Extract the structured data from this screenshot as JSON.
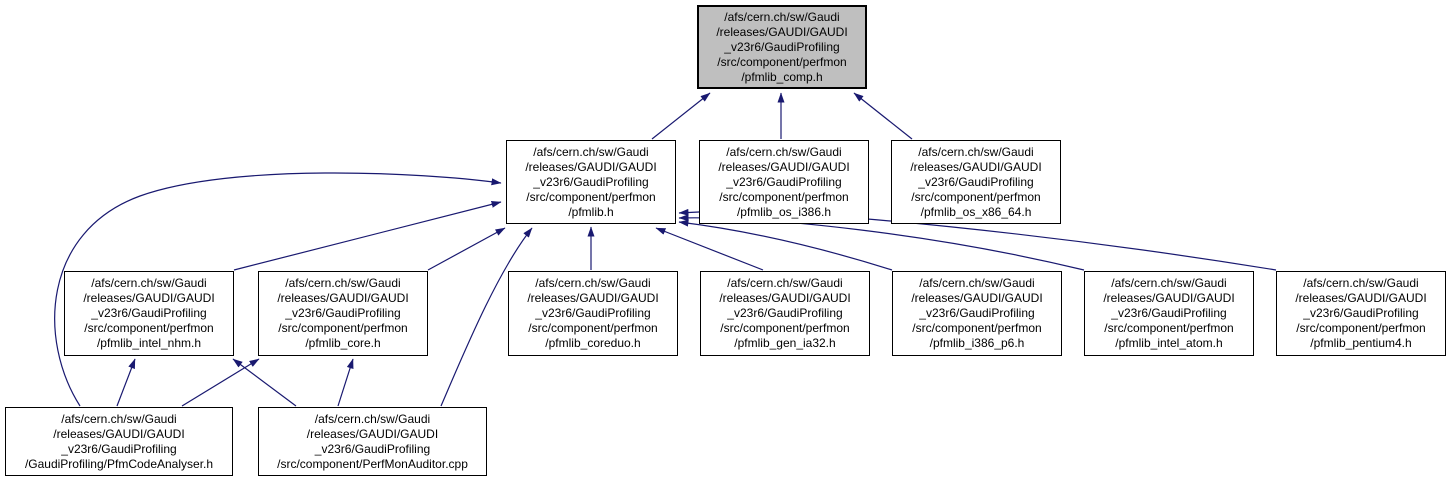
{
  "diagram": {
    "type": "include-dependency-graph",
    "colors": {
      "edge": "#191970",
      "node_fill": "#ffffff",
      "node_border": "#000000",
      "highlighted_node_fill": "#bfbfbf",
      "text": "#000000"
    },
    "nodes": {
      "pfmlib_comp": {
        "label": "/afs/cern.ch/sw/Gaudi\n/releases/GAUDI/GAUDI\n_v23r6/GaudiProfiling\n/src/component/perfmon\n/pfmlib_comp.h",
        "highlighted": true
      },
      "pfmlib": {
        "label": "/afs/cern.ch/sw/Gaudi\n/releases/GAUDI/GAUDI\n_v23r6/GaudiProfiling\n/src/component/perfmon\n/pfmlib.h",
        "highlighted": false
      },
      "pfmlib_os_i386": {
        "label": "/afs/cern.ch/sw/Gaudi\n/releases/GAUDI/GAUDI\n_v23r6/GaudiProfiling\n/src/component/perfmon\n/pfmlib_os_i386.h",
        "highlighted": false
      },
      "pfmlib_os_x86_64": {
        "label": "/afs/cern.ch/sw/Gaudi\n/releases/GAUDI/GAUDI\n_v23r6/GaudiProfiling\n/src/component/perfmon\n/pfmlib_os_x86_64.h",
        "highlighted": false
      },
      "pfmlib_intel_nhm": {
        "label": "/afs/cern.ch/sw/Gaudi\n/releases/GAUDI/GAUDI\n_v23r6/GaudiProfiling\n/src/component/perfmon\n/pfmlib_intel_nhm.h",
        "highlighted": false
      },
      "pfmlib_core": {
        "label": "/afs/cern.ch/sw/Gaudi\n/releases/GAUDI/GAUDI\n_v23r6/GaudiProfiling\n/src/component/perfmon\n/pfmlib_core.h",
        "highlighted": false
      },
      "pfmlib_coreduo": {
        "label": "/afs/cern.ch/sw/Gaudi\n/releases/GAUDI/GAUDI\n_v23r6/GaudiProfiling\n/src/component/perfmon\n/pfmlib_coreduo.h",
        "highlighted": false
      },
      "pfmlib_gen_ia32": {
        "label": "/afs/cern.ch/sw/Gaudi\n/releases/GAUDI/GAUDI\n_v23r6/GaudiProfiling\n/src/component/perfmon\n/pfmlib_gen_ia32.h",
        "highlighted": false
      },
      "pfmlib_i386_p6": {
        "label": "/afs/cern.ch/sw/Gaudi\n/releases/GAUDI/GAUDI\n_v23r6/GaudiProfiling\n/src/component/perfmon\n/pfmlib_i386_p6.h",
        "highlighted": false
      },
      "pfmlib_intel_atom": {
        "label": "/afs/cern.ch/sw/Gaudi\n/releases/GAUDI/GAUDI\n_v23r6/GaudiProfiling\n/src/component/perfmon\n/pfmlib_intel_atom.h",
        "highlighted": false
      },
      "pfmlib_pentium4": {
        "label": "/afs/cern.ch/sw/Gaudi\n/releases/GAUDI/GAUDI\n_v23r6/GaudiProfiling\n/src/component/perfmon\n/pfmlib_pentium4.h",
        "highlighted": false
      },
      "pfm_code_analyser": {
        "label": "/afs/cern.ch/sw/Gaudi\n/releases/GAUDI/GAUDI\n_v23r6/GaudiProfiling\n/GaudiProfiling/PfmCodeAnalyser.h",
        "highlighted": false
      },
      "perf_mon_auditor": {
        "label": "/afs/cern.ch/sw/Gaudi\n/releases/GAUDI/GAUDI\n_v23r6/GaudiProfiling\n/src/component/PerfMonAuditor.cpp",
        "highlighted": false
      }
    },
    "edges": [
      {
        "from": "pfmlib",
        "to": "pfmlib_comp"
      },
      {
        "from": "pfmlib_os_i386",
        "to": "pfmlib_comp"
      },
      {
        "from": "pfmlib_os_x86_64",
        "to": "pfmlib_comp"
      },
      {
        "from": "pfmlib_intel_nhm",
        "to": "pfmlib"
      },
      {
        "from": "pfm_code_analyser",
        "to": "pfmlib"
      },
      {
        "from": "pfmlib_core",
        "to": "pfmlib"
      },
      {
        "from": "perf_mon_auditor",
        "to": "pfmlib"
      },
      {
        "from": "pfmlib_coreduo",
        "to": "pfmlib"
      },
      {
        "from": "pfmlib_gen_ia32",
        "to": "pfmlib"
      },
      {
        "from": "pfmlib_i386_p6",
        "to": "pfmlib"
      },
      {
        "from": "pfmlib_intel_atom",
        "to": "pfmlib"
      },
      {
        "from": "pfmlib_pentium4",
        "to": "pfmlib"
      },
      {
        "from": "pfm_code_analyser",
        "to": "pfmlib_intel_nhm"
      },
      {
        "from": "perf_mon_auditor",
        "to": "pfmlib_intel_nhm"
      },
      {
        "from": "pfm_code_analyser",
        "to": "pfmlib_core"
      },
      {
        "from": "perf_mon_auditor",
        "to": "pfmlib_core"
      }
    ]
  }
}
